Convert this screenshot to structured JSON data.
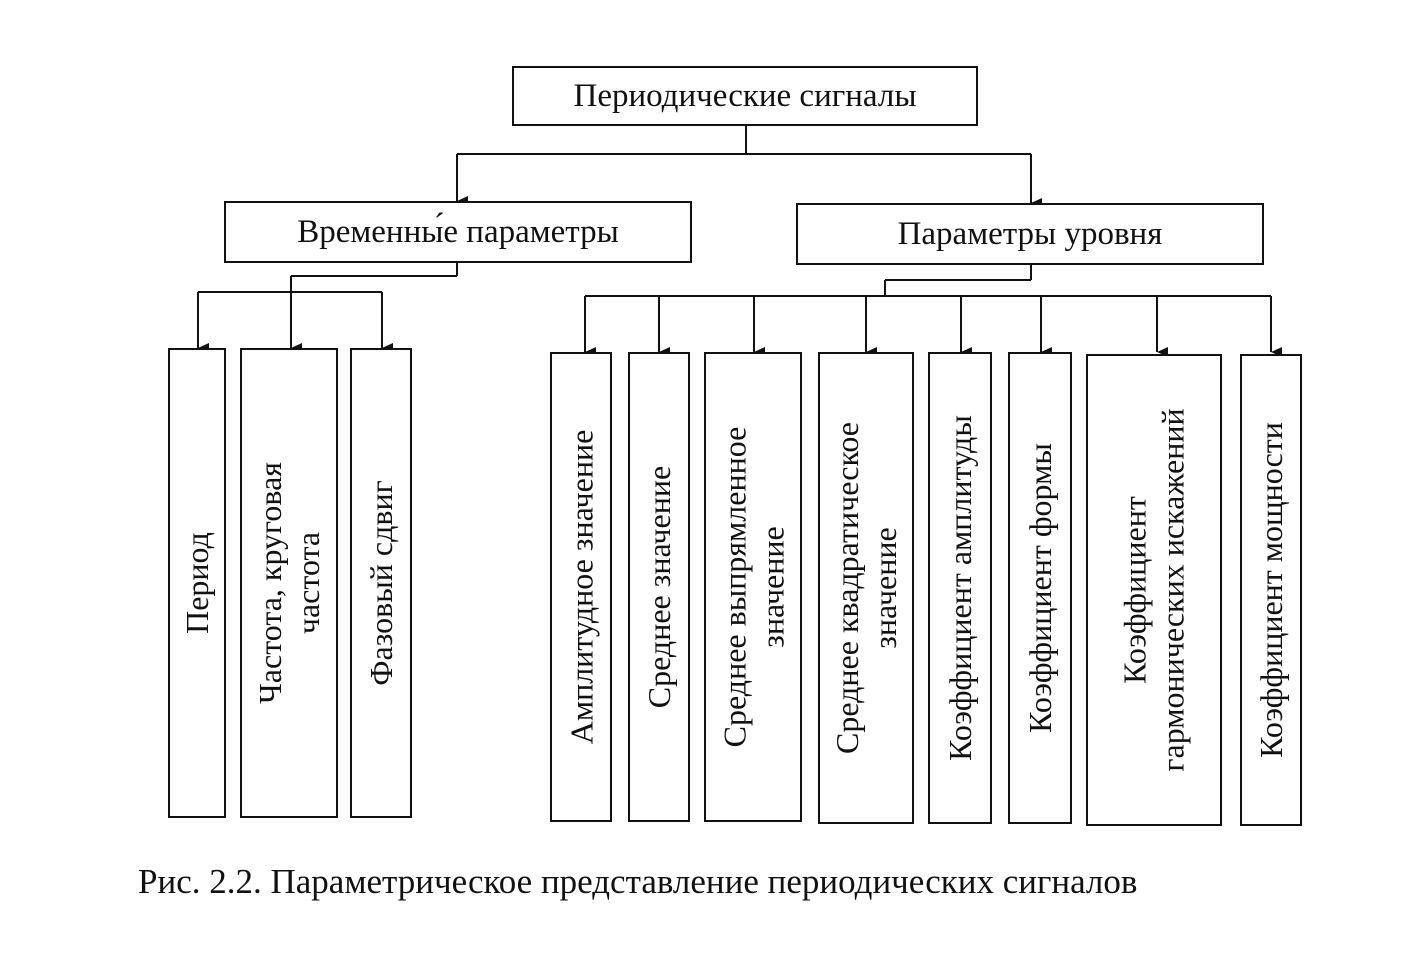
{
  "root": {
    "label": "Периодические сигналы"
  },
  "groups": [
    {
      "label": "Временны́е параметры",
      "items": [
        {
          "line1": "Период",
          "line2": ""
        },
        {
          "line1": "Частота, круговая",
          "line2": "частота"
        },
        {
          "line1": "Фазовый сдвиг",
          "line2": ""
        }
      ]
    },
    {
      "label": "Параметры уровня",
      "items": [
        {
          "line1": "Амплитудное значение",
          "line2": ""
        },
        {
          "line1": "Среднее значение",
          "line2": ""
        },
        {
          "line1": "Среднее выпрямленное",
          "line2": "значение"
        },
        {
          "line1": "Среднее квадратическое",
          "line2": "значение"
        },
        {
          "line1": "Коэффициент амплитуды",
          "line2": ""
        },
        {
          "line1": "Коэффициент формы",
          "line2": ""
        },
        {
          "line1": "Коэффициент",
          "line2": "гармонических искажений"
        },
        {
          "line1": "Коэффициент мощности",
          "line2": ""
        }
      ]
    }
  ],
  "caption": "Рис. 2.2. Параметрическое представление периодических сигналов"
}
